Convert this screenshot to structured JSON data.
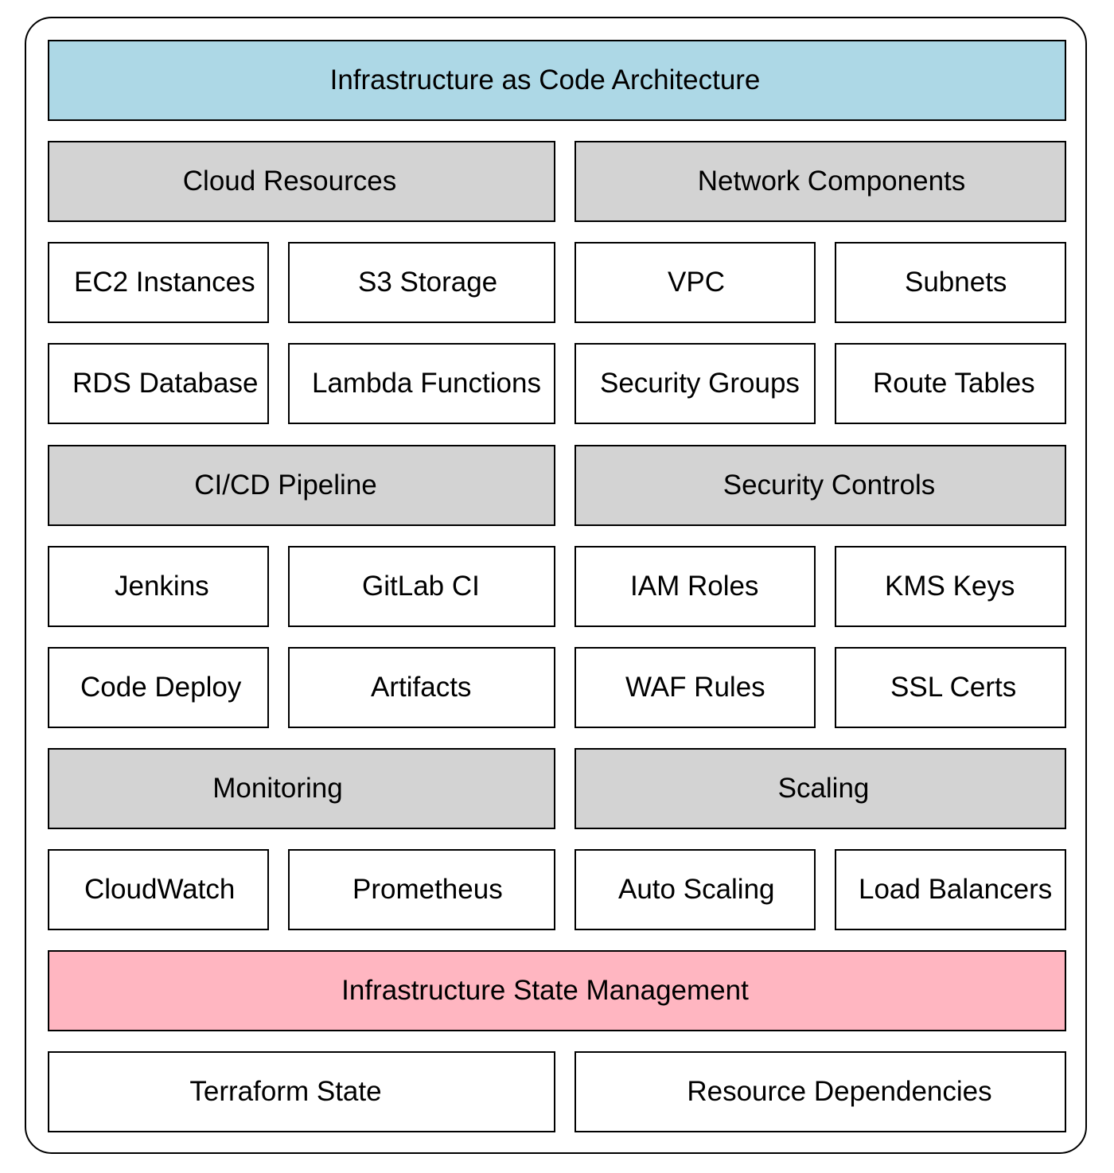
{
  "title": "Infrastructure as Code Architecture",
  "sections": {
    "cloud_resources": {
      "label": "Cloud Resources",
      "items": [
        "EC2 Instances",
        "S3 Storage",
        "RDS Database",
        "Lambda Functions"
      ]
    },
    "network_components": {
      "label": "Network Components",
      "items": [
        "VPC",
        "Subnets",
        "Security Groups",
        "Route Tables"
      ]
    },
    "cicd_pipeline": {
      "label": "CI/CD Pipeline",
      "items": [
        "Jenkins",
        "GitLab CI",
        "Code Deploy",
        "Artifacts"
      ]
    },
    "security_controls": {
      "label": "Security Controls",
      "items": [
        "IAM Roles",
        "KMS Keys",
        "WAF Rules",
        "SSL Certs"
      ]
    },
    "monitoring": {
      "label": "Monitoring",
      "items": [
        "CloudWatch",
        "Prometheus"
      ]
    },
    "scaling": {
      "label": "Scaling",
      "items": [
        "Auto Scaling",
        "Load Balancers"
      ]
    }
  },
  "state_management": {
    "label": "Infrastructure State Management",
    "items": [
      "Terraform State",
      "Resource Dependencies"
    ]
  },
  "colors": {
    "title_fill": "#add8e6",
    "section_fill": "#d3d3d3",
    "state_fill": "#ffb6c1",
    "component_fill": "#ffffff",
    "stroke": "#000000"
  }
}
